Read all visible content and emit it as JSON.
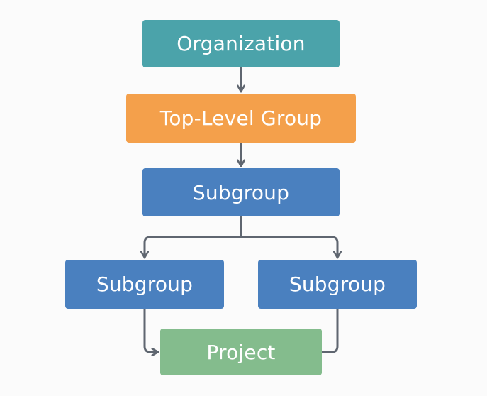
{
  "colors": {
    "organization": "#4ba3aa",
    "top_level_group": "#f4a04b",
    "subgroup": "#4a80bf",
    "project": "#84bc8d",
    "connector": "#5f6670",
    "background": "#fbfbfb"
  },
  "nodes": {
    "organization": {
      "label": "Organization"
    },
    "top_level_group": {
      "label": "Top-Level Group"
    },
    "subgroup_main": {
      "label": "Subgroup"
    },
    "subgroup_left": {
      "label": "Subgroup"
    },
    "subgroup_right": {
      "label": "Subgroup"
    },
    "project": {
      "label": "Project"
    }
  }
}
